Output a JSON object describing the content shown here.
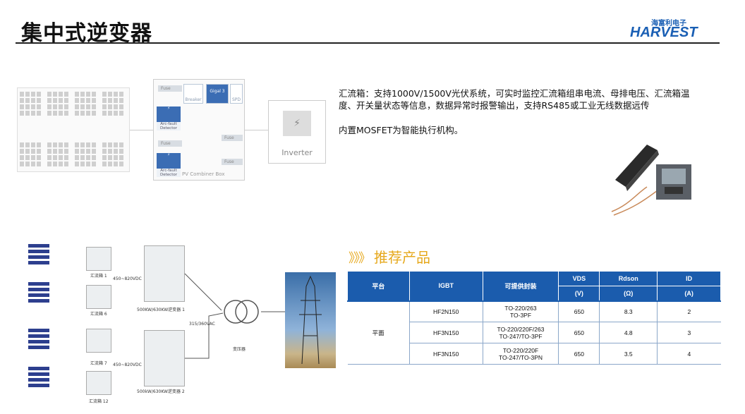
{
  "header": {
    "title": "集中式逆变器",
    "logo_cn": "海富利电子",
    "logo_en": "HARVEST",
    "brand_color": "#1a5fb4"
  },
  "diagram1": {
    "fuse": "Fuse",
    "breaker": "Breaker",
    "gigal": "Gigal 3",
    "spd": "SPD",
    "arc": "Arc-fault Detector",
    "box_label": "PV Combiner Box",
    "inverter": "Inverter"
  },
  "description": {
    "p1": "汇流箱：支持1000V/1500V光伏系统，可实时监控汇流箱组串电流、母排电压、汇流箱温度、开关量状态等信息，数据异常时报警输出，支持RS485或工业无线数据远传",
    "p2": "内置MOSFET为智能执行机构。"
  },
  "diagram2": {
    "box1": "汇流箱 1",
    "box6": "汇流箱 6",
    "box7": "汇流箱 7",
    "box12": "汇流箱 12",
    "vdc1": "450~820VDC",
    "vdc2": "450~820VDC",
    "inv1": "500KW/630KW逆变器 1",
    "inv2": "500kW/630KW逆变器 2",
    "vac": "315/360VAC",
    "transformer": "变压器"
  },
  "recommend": {
    "arrows": "》》》",
    "title": "推荐产品",
    "color": "#e6a81c"
  },
  "table": {
    "headers": [
      "平台",
      "IGBT",
      "可提供封装",
      "VDS",
      "Rdson",
      "ID"
    ],
    "units": [
      "(V)",
      "(Ω)",
      "(A)"
    ],
    "platform": "平面",
    "rows": [
      {
        "igbt": "HF2N150",
        "pkg1": "TO-220/263",
        "pkg2": "TO-3PF",
        "vds": "650",
        "rdson": "8.3",
        "id": "2"
      },
      {
        "igbt": "HF3N150",
        "pkg1": "TO-220/220F/263",
        "pkg2": "TO-247/TO-3PF",
        "vds": "650",
        "rdson": "4.8",
        "id": "3"
      },
      {
        "igbt": "HF3N150",
        "pkg1": "TO-220/220F",
        "pkg2": "TO-247/TO-3PN",
        "vds": "650",
        "rdson": "3.5",
        "id": "4"
      }
    ],
    "header_color": "#1b5cad"
  }
}
